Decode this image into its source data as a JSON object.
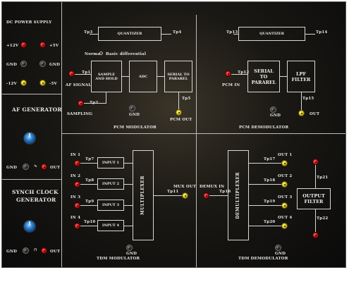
{
  "dc": {
    "title": "DC POWER SUPPLY",
    "p12": "+12V",
    "p5": "+5V",
    "gnd": "GND",
    "m12": "-12V",
    "m5": "-5V"
  },
  "af": {
    "title": "AF GENERATOR",
    "gnd": "GND",
    "out": "OUT"
  },
  "synch": {
    "title1": "SYNCH CLOCK",
    "title2": "GENERATOR",
    "gnd": "GND",
    "out": "OUT"
  },
  "pcm_mod": {
    "title": "PCM MODULATOR",
    "quantizer": "QUANTIZER",
    "tp3": "Tp3",
    "tp4": "Tp4",
    "mode": "Normal",
    "mode2": "Basic differential",
    "sample_hold": "SAMPLE AND HOLD",
    "adc": "ADC",
    "serial": "SERIAL TO PARAREL",
    "tp1": "Tp1",
    "tp2": "Tp2",
    "tp5": "Tp5",
    "af_signal": "AF SIGNAL",
    "sampling": "SAMPLING",
    "gnd": "GND",
    "pcm_out": "PCM OUT"
  },
  "pcm_demod": {
    "title": "PCM DEMODULATOR",
    "quantizer": "QUANTIZER",
    "tp13": "Tp13",
    "tp14": "Tp14",
    "tp12": "Tp12",
    "pcm_in": "PCM IN",
    "serial": "SERIAL TO PARAREL",
    "lpf": "LPF FILTER",
    "tp15": "Tp15",
    "gnd": "GND",
    "out": "OUT"
  },
  "tdm_mod": {
    "title": "TDM MODULATOR",
    "in1": "IN 1",
    "in2": "IN 2",
    "in3": "IN 3",
    "in4": "IN 4",
    "tp7": "Tp7",
    "tp8": "Tp8",
    "tp9": "Tp9",
    "tp10": "Tp10",
    "input1": "INPUT 1",
    "input2": "INPUT 2",
    "input3": "INPUT 3",
    "input4": "INPUT 4",
    "mux": "MULTIPLEXER",
    "tp11": "Tp11",
    "mux_out": "MUX OUT",
    "gnd": "GND"
  },
  "tdm_demod": {
    "title": "TDM DEMODULATOR",
    "demux_in": "DEMUX IN",
    "tp16": "Tp16",
    "demux": "DEMULTIPLEXER",
    "out1": "OUT 1",
    "out2": "OUT 2",
    "out3": "OUT 3",
    "out4": "OUT 4",
    "tp17": "Tp17",
    "tp18": "Tp18",
    "tp19": "Tp19",
    "tp20": "Tp20",
    "tp21": "Tp21",
    "tp22": "Tp22",
    "filter": "OUTPUT FILTER",
    "gnd": "GND"
  }
}
